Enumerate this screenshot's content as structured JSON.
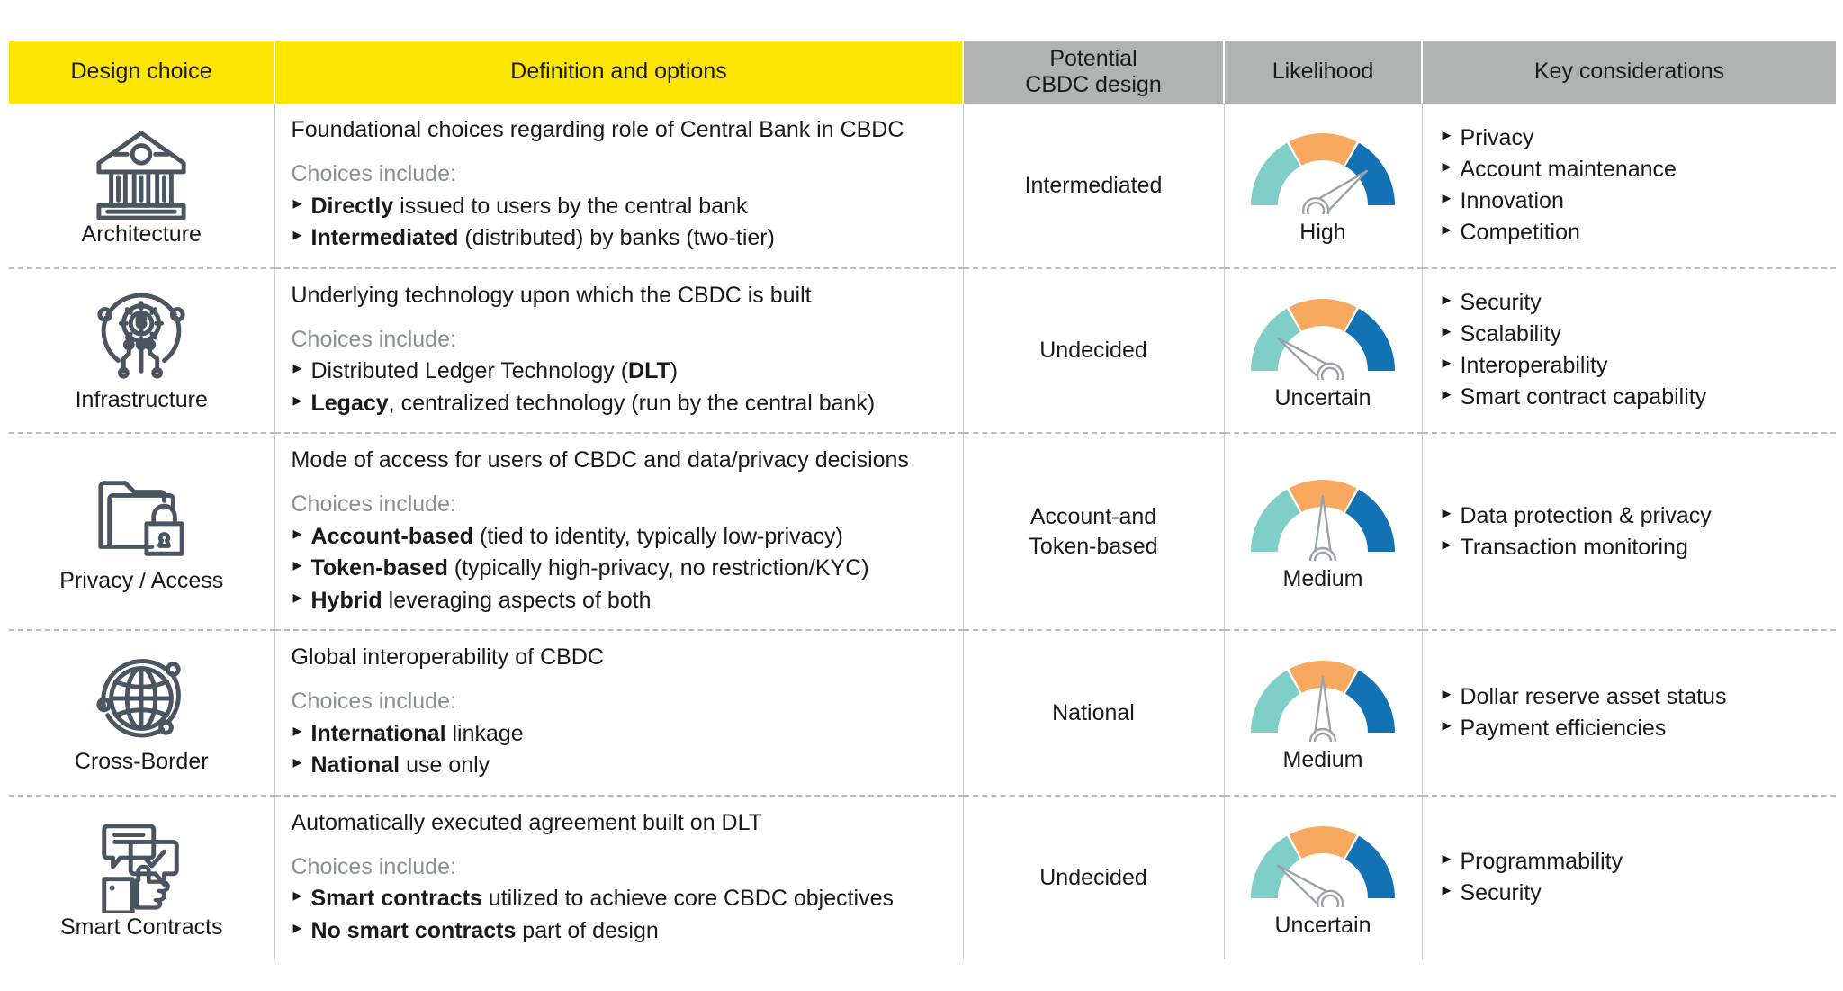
{
  "table": {
    "headers": [
      {
        "label": "Design choice",
        "bg": "#FFE600"
      },
      {
        "label": "Definition and options",
        "bg": "#FFE600"
      },
      {
        "label": "Potential",
        "label2": "CBDC design",
        "bg": "#B1B3B3"
      },
      {
        "label": "Likelihood",
        "bg": "#B1B3B3"
      },
      {
        "label": "Key considerations",
        "bg": "#B1B3B3"
      }
    ],
    "choices_label": "Choices include:",
    "rows": [
      {
        "choice": "Architecture",
        "icon": "bank-building-icon",
        "definition": "Foundational choices regarding role of Central Bank in CBDC",
        "options": [
          {
            "bold": "Directly",
            "rest": " issued to users by the central bank"
          },
          {
            "bold": "Intermediated",
            "rest": " (distributed) by banks (two-tier)"
          }
        ],
        "potential_design": "Intermediated",
        "likelihood": "High",
        "gauge_zone": "blue",
        "considerations": [
          "Privacy",
          "Account maintenance",
          "Innovation",
          "Competition"
        ]
      },
      {
        "choice": "Infrastructure",
        "icon": "gear-dollar-circuit-icon",
        "definition": "Underlying technology upon which the CBDC is built",
        "options": [
          {
            "bold": "",
            "rest": "Distributed Ledger Technology (",
            "bold_tail": "DLT",
            "tail": ")"
          },
          {
            "bold": "Legacy",
            "rest": ", centralized technology (run by the central bank)"
          }
        ],
        "potential_design": "Undecided",
        "likelihood": "Uncertain",
        "gauge_zone": "teal",
        "considerations": [
          "Security",
          "Scalability",
          "Interoperability",
          "Smart contract capability"
        ]
      },
      {
        "choice": "Privacy / Access",
        "icon": "folder-lock-icon",
        "definition": "Mode of access for users of CBDC and data/privacy decisions",
        "options": [
          {
            "bold": "Account-based",
            "rest": " (tied to identity, typically low-privacy)"
          },
          {
            "bold": "Token-based",
            "rest": " (typically high-privacy, no restriction/KYC)"
          },
          {
            "bold": "Hybrid",
            "rest": " leveraging aspects of both"
          }
        ],
        "potential_design": "Account-and",
        "potential_design2": "Token-based",
        "likelihood": "Medium",
        "gauge_zone": "orange",
        "considerations": [
          "Data protection & privacy",
          "Transaction monitoring"
        ]
      },
      {
        "choice": "Cross-Border",
        "icon": "globe-network-icon",
        "definition": "Global interoperability of CBDC",
        "options": [
          {
            "bold": "International",
            "rest": " linkage"
          },
          {
            "bold": "National",
            "rest": " use only"
          }
        ],
        "potential_design": "National",
        "likelihood": "Medium",
        "gauge_zone": "orange",
        "considerations": [
          "Dollar reserve asset status",
          "Payment efficiencies"
        ]
      },
      {
        "choice": "Smart Contracts",
        "icon": "speech-bubbles-thumbsup-icon",
        "definition": "Automatically executed agreement built on DLT",
        "options": [
          {
            "bold": "Smart contracts",
            "rest": " utilized to achieve core CBDC objectives"
          },
          {
            "bold": "No smart contracts",
            "rest": " part of design"
          }
        ],
        "potential_design": "Undecided",
        "likelihood": "Uncertain",
        "gauge_zone": "teal",
        "considerations": [
          "Programmability",
          "Security"
        ]
      }
    ]
  },
  "colors": {
    "header_yellow": "#FFE600",
    "header_gray": "#B1B3B3",
    "gauge_teal": "#7FCFC8",
    "gauge_orange": "#F9A95F",
    "gauge_blue": "#1272B3",
    "needle_stroke": "#9aa3ab",
    "icon_stroke": "#4A5561",
    "text": "#1a1a1a",
    "muted_text": "#8a8f96"
  },
  "gauge_angles": {
    "teal": -54,
    "orange": 0,
    "blue": 52
  }
}
